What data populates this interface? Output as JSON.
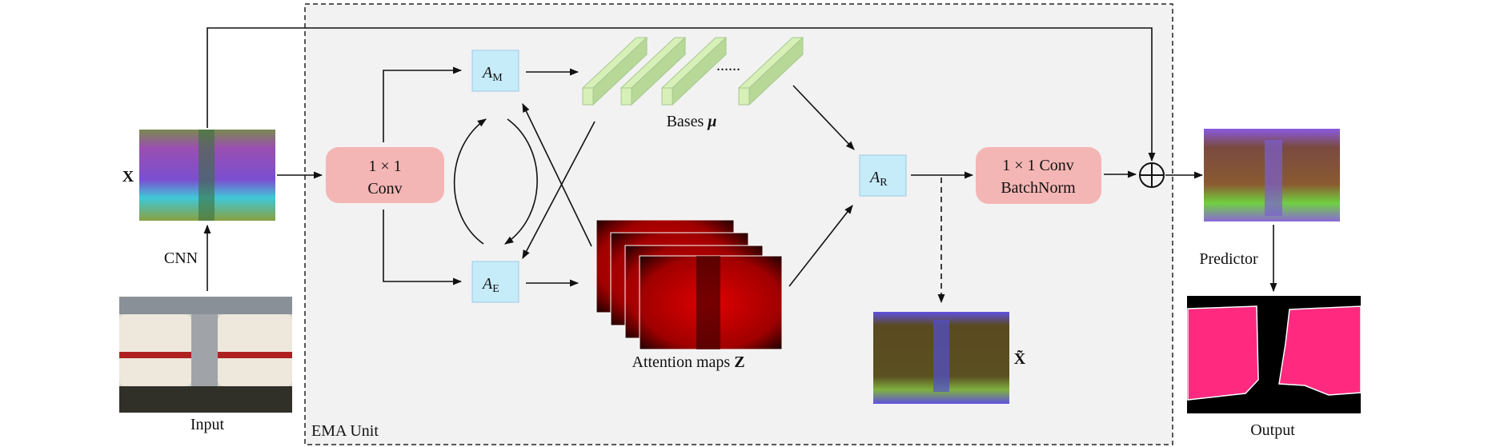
{
  "labels": {
    "x": "X",
    "cnn": "CNN",
    "input": "Input",
    "ema_unit": "EMA Unit",
    "conv1": "1 × 1",
    "conv2": "Conv",
    "a_m": "A",
    "a_m_sub": "M",
    "a_e": "A",
    "a_e_sub": "E",
    "a_r": "A",
    "a_r_sub": "R",
    "bases": "Bases ",
    "bases_symbol": "μ",
    "dots": "......",
    "attention": "Attention maps ",
    "attention_symbol": "Z",
    "bn1": "1 × 1 Conv",
    "bn2": "BatchNorm",
    "x_tilde": "X̃",
    "predictor": "Predictor",
    "output": "Output"
  },
  "colors": {
    "conv_box": "#f4b6b4",
    "a_box": "#c6ecfa",
    "a_box_border": "#9cc9e6",
    "bases": "#d6f0b8",
    "ema_bg": "#f2f2f2"
  }
}
